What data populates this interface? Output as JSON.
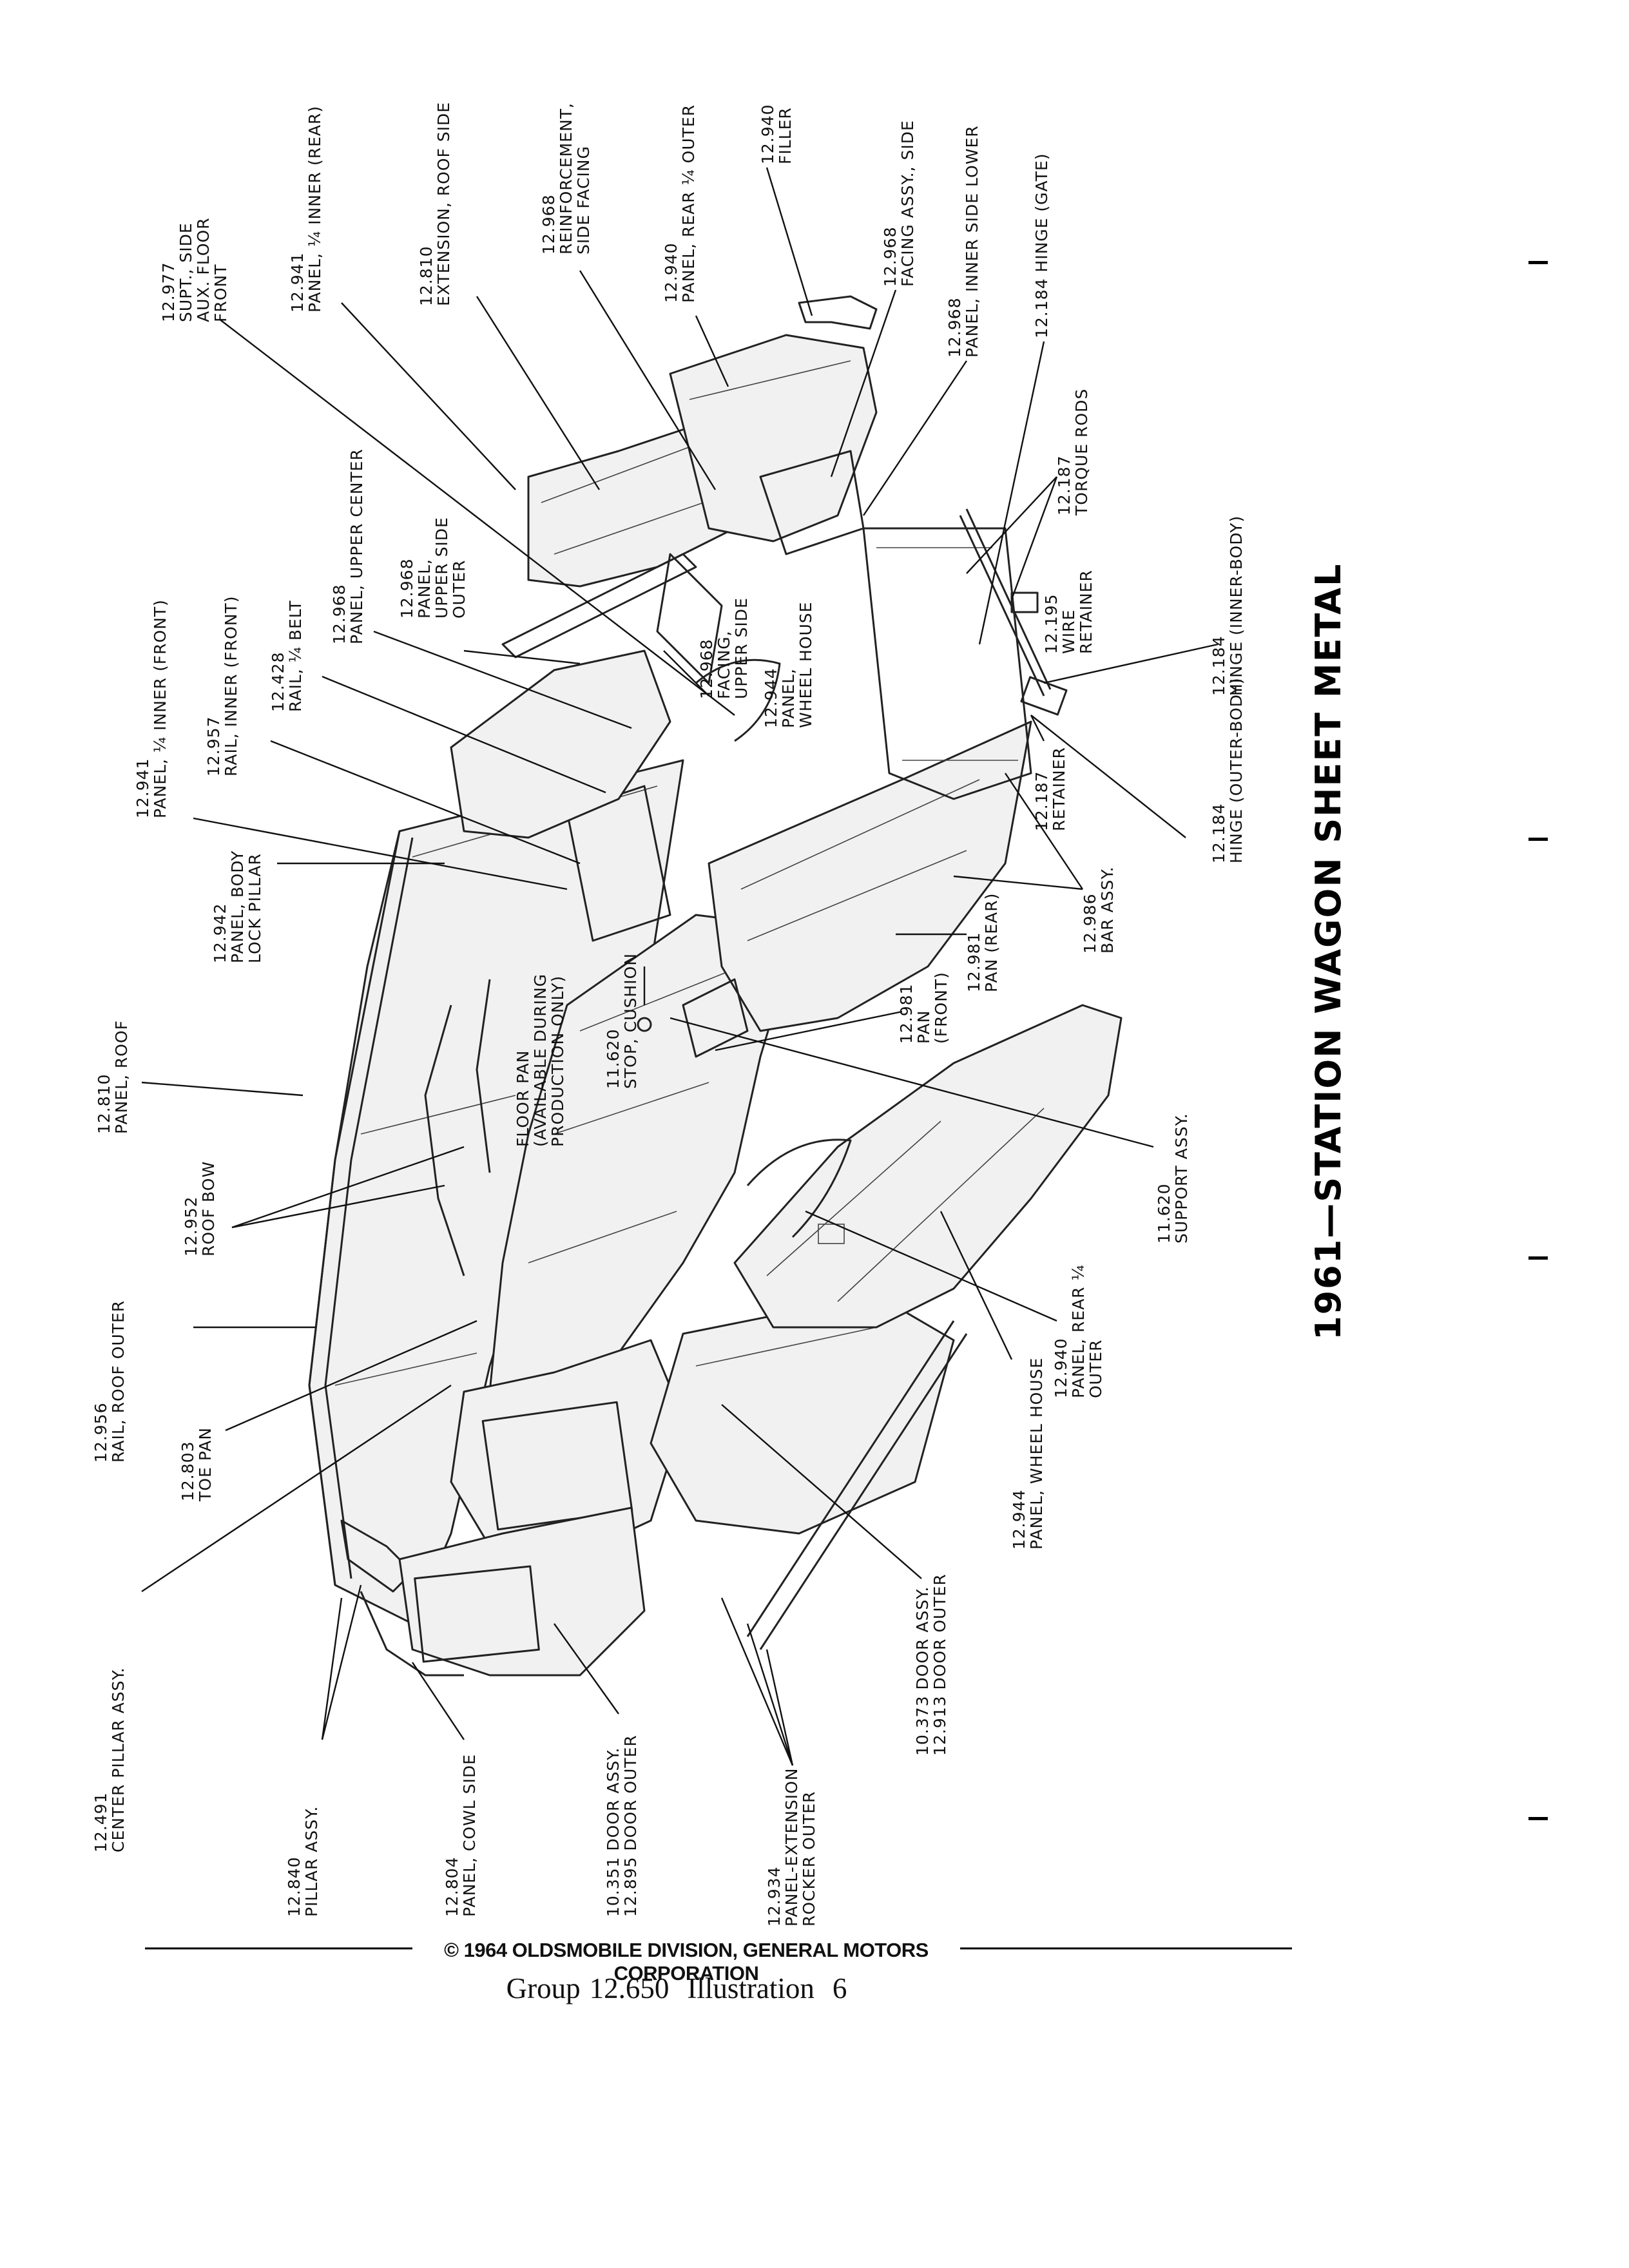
{
  "title": "1961—STATION WAGON SHEET METAL",
  "callouts": [
    {
      "id": "c01",
      "lines": [
        "12.977",
        "SUPT., SIDE",
        "AUX. FLOOR",
        "FRONT"
      ]
    },
    {
      "id": "c02",
      "lines": [
        "12.941",
        "PANEL, ¼ INNER (REAR)"
      ]
    },
    {
      "id": "c03",
      "lines": [
        "12.810",
        "EXTENSION, ROOF SIDE"
      ]
    },
    {
      "id": "c04",
      "lines": [
        "12.968",
        "REINFORCEMENT,",
        "SIDE FACING"
      ]
    },
    {
      "id": "c05",
      "lines": [
        "12.940",
        "PANEL, REAR ¼ OUTER"
      ]
    },
    {
      "id": "c06",
      "lines": [
        "12.940",
        "FILLER"
      ]
    },
    {
      "id": "c07",
      "lines": [
        "12.968",
        "FACING ASSY., SIDE"
      ]
    },
    {
      "id": "c08",
      "lines": [
        "12.968",
        "PANEL, INNER SIDE LOWER"
      ]
    },
    {
      "id": "c09",
      "lines": [
        "12.184 HINGE (GATE)"
      ]
    },
    {
      "id": "c10",
      "lines": [
        "12.187",
        "TORQUE RODS"
      ]
    },
    {
      "id": "c11",
      "lines": [
        "12.195",
        "WIRE",
        "RETAINER"
      ]
    },
    {
      "id": "c12",
      "lines": [
        "12.184",
        "HINGE (INNER-BODY)"
      ]
    },
    {
      "id": "c13",
      "lines": [
        "12.187",
        "RETAINER"
      ]
    },
    {
      "id": "c14",
      "lines": [
        "12.184",
        "HINGE (OUTER-BODY)"
      ]
    },
    {
      "id": "c15",
      "lines": [
        "12.986",
        "BAR ASSY."
      ]
    },
    {
      "id": "c16",
      "lines": [
        "12.981",
        "PAN (REAR)"
      ]
    },
    {
      "id": "c17",
      "lines": [
        "12.981",
        "PAN",
        "(FRONT)"
      ]
    },
    {
      "id": "c18",
      "lines": [
        "11.620",
        "SUPPORT ASSY."
      ]
    },
    {
      "id": "c19",
      "lines": [
        "12.940",
        "PANEL, REAR ¼",
        "OUTER"
      ]
    },
    {
      "id": "c20",
      "lines": [
        "12.944",
        "PANEL, WHEEL HOUSE"
      ]
    },
    {
      "id": "c21",
      "lines": [
        "10.373 DOOR ASSY.",
        "12.913 DOOR OUTER"
      ]
    },
    {
      "id": "c22",
      "lines": [
        "12.934",
        "PANEL-EXTENSION",
        "ROCKER OUTER"
      ]
    },
    {
      "id": "c23",
      "lines": [
        "10.351 DOOR ASSY.",
        "12.895 DOOR OUTER"
      ]
    },
    {
      "id": "c24",
      "lines": [
        "12.804",
        "PANEL, COWL SIDE"
      ]
    },
    {
      "id": "c25",
      "lines": [
        "12.840",
        "PILLAR ASSY."
      ]
    },
    {
      "id": "c26",
      "lines": [
        "12.491",
        "CENTER PILLAR ASSY."
      ]
    },
    {
      "id": "c27",
      "lines": [
        "12.803",
        "TOE PAN"
      ]
    },
    {
      "id": "c28",
      "lines": [
        "12.956",
        "RAIL, ROOF OUTER"
      ]
    },
    {
      "id": "c29",
      "lines": [
        "12.952",
        "ROOF BOW"
      ]
    },
    {
      "id": "c30",
      "lines": [
        "12.810",
        "PANEL, ROOF"
      ]
    },
    {
      "id": "c31",
      "lines": [
        "12.942",
        "PANEL, BODY",
        "LOCK PILLAR"
      ]
    },
    {
      "id": "c32",
      "lines": [
        "12.941",
        "PANEL, ¼ INNER (FRONT)"
      ]
    },
    {
      "id": "c33",
      "lines": [
        "12.957",
        "RAIL, INNER (FRONT)"
      ]
    },
    {
      "id": "c34",
      "lines": [
        "12.428",
        "RAIL, ¼ BELT"
      ]
    },
    {
      "id": "c35",
      "lines": [
        "12.968",
        "PANEL, UPPER CENTER"
      ]
    },
    {
      "id": "c36",
      "lines": [
        "12.968",
        "PANEL,",
        "UPPER SIDE",
        "OUTER"
      ]
    },
    {
      "id": "c37",
      "lines": [
        "12.968",
        "FACING,",
        "UPPER SIDE"
      ]
    },
    {
      "id": "c38",
      "lines": [
        "12.944",
        "PANEL,",
        "WHEEL HOUSE"
      ]
    },
    {
      "id": "c39",
      "lines": [
        "FLOOR PAN",
        "(AVAILABLE DURING",
        "PRODUCTION ONLY)"
      ]
    },
    {
      "id": "c40",
      "lines": [
        "11.620",
        "STOP, CUSHION"
      ]
    }
  ],
  "footer": {
    "copyright": "© 1964 OLDSMOBILE DIVISION, GENERAL MOTORS CORPORATION",
    "group_label": "Group",
    "group_number": "12.650",
    "illustration_label": "Illustration",
    "illustration_number": "6"
  }
}
